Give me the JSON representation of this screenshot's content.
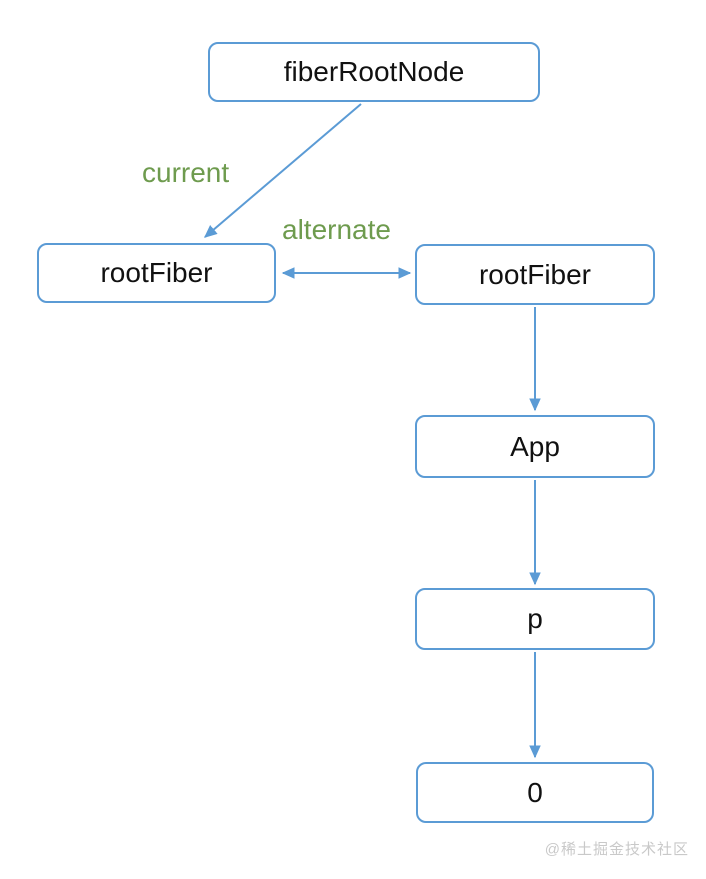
{
  "diagram": {
    "title_hint": "React fiber tree structure",
    "nodes": {
      "fiberRootNode": {
        "label": "fiberRootNode"
      },
      "rootFiberLeft": {
        "label": "rootFiber"
      },
      "rootFiberRight": {
        "label": "rootFiber"
      },
      "app": {
        "label": "App"
      },
      "p": {
        "label": "p"
      },
      "zero": {
        "label": "0"
      }
    },
    "edges": {
      "current": {
        "label": "current",
        "from": "fiberRootNode",
        "to": "rootFiberLeft",
        "direction": "one-way"
      },
      "alternate": {
        "label": "alternate",
        "from": "rootFiberLeft",
        "to": "rootFiberRight",
        "direction": "two-way"
      },
      "rootFiberToApp": {
        "label": "",
        "from": "rootFiberRight",
        "to": "app",
        "direction": "one-way"
      },
      "appToP": {
        "label": "",
        "from": "app",
        "to": "p",
        "direction": "one-way"
      },
      "pToZero": {
        "label": "",
        "from": "p",
        "to": "zero",
        "direction": "one-way"
      }
    },
    "colors": {
      "box_border": "#5b9bd5",
      "arrow": "#5b9bd5",
      "edge_label": "#6e9b4e",
      "node_text": "#111111",
      "watermark": "#c9c9c9",
      "background": "#ffffff"
    }
  },
  "watermark": {
    "text": "@稀土掘金技术社区"
  }
}
